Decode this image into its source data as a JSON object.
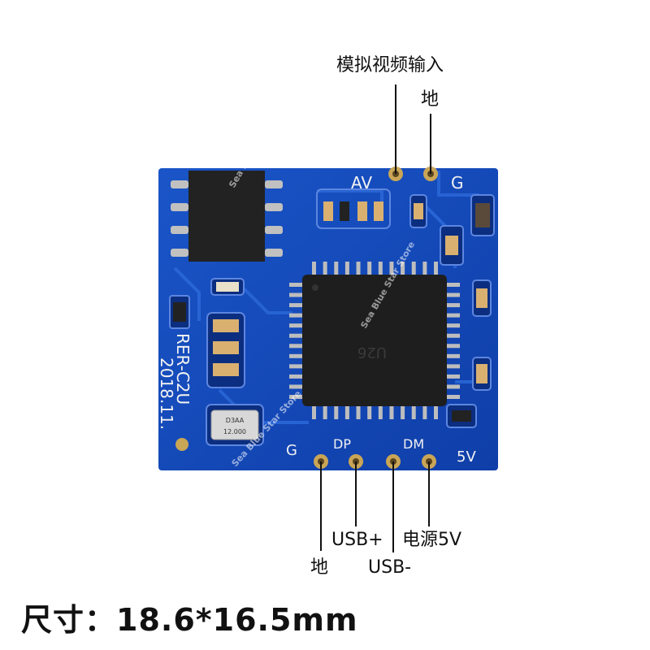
{
  "board": {
    "silkscreen": {
      "av": "AV",
      "g_top": "G",
      "g_bottom": "G",
      "dp": "DP",
      "dm": "DM",
      "v5": "5V",
      "model": "RER-C2U",
      "date": "2018.11."
    },
    "watermarks": [
      "Sea Blue Star Store",
      "Sea Blue Star Store",
      "Sea Blue Star Store"
    ],
    "chip_marking": "U26",
    "crystal_marking": [
      "D3AA",
      "12.000"
    ],
    "colors": {
      "pcb": "#1347b8",
      "pcb_dark": "#0c3a9b",
      "trace": "#2a63d0",
      "gold": "#c9a556",
      "chip": "#1e1e1e"
    }
  },
  "annotations": {
    "analog_video_input": "模拟视频输入",
    "ground_top": "地",
    "usb_plus": "USB+",
    "ground_bottom": "地",
    "usb_minus": "USB-",
    "power_5v": "电源5V"
  },
  "footer": {
    "size_text": "尺寸：18.6*16.5mm"
  }
}
